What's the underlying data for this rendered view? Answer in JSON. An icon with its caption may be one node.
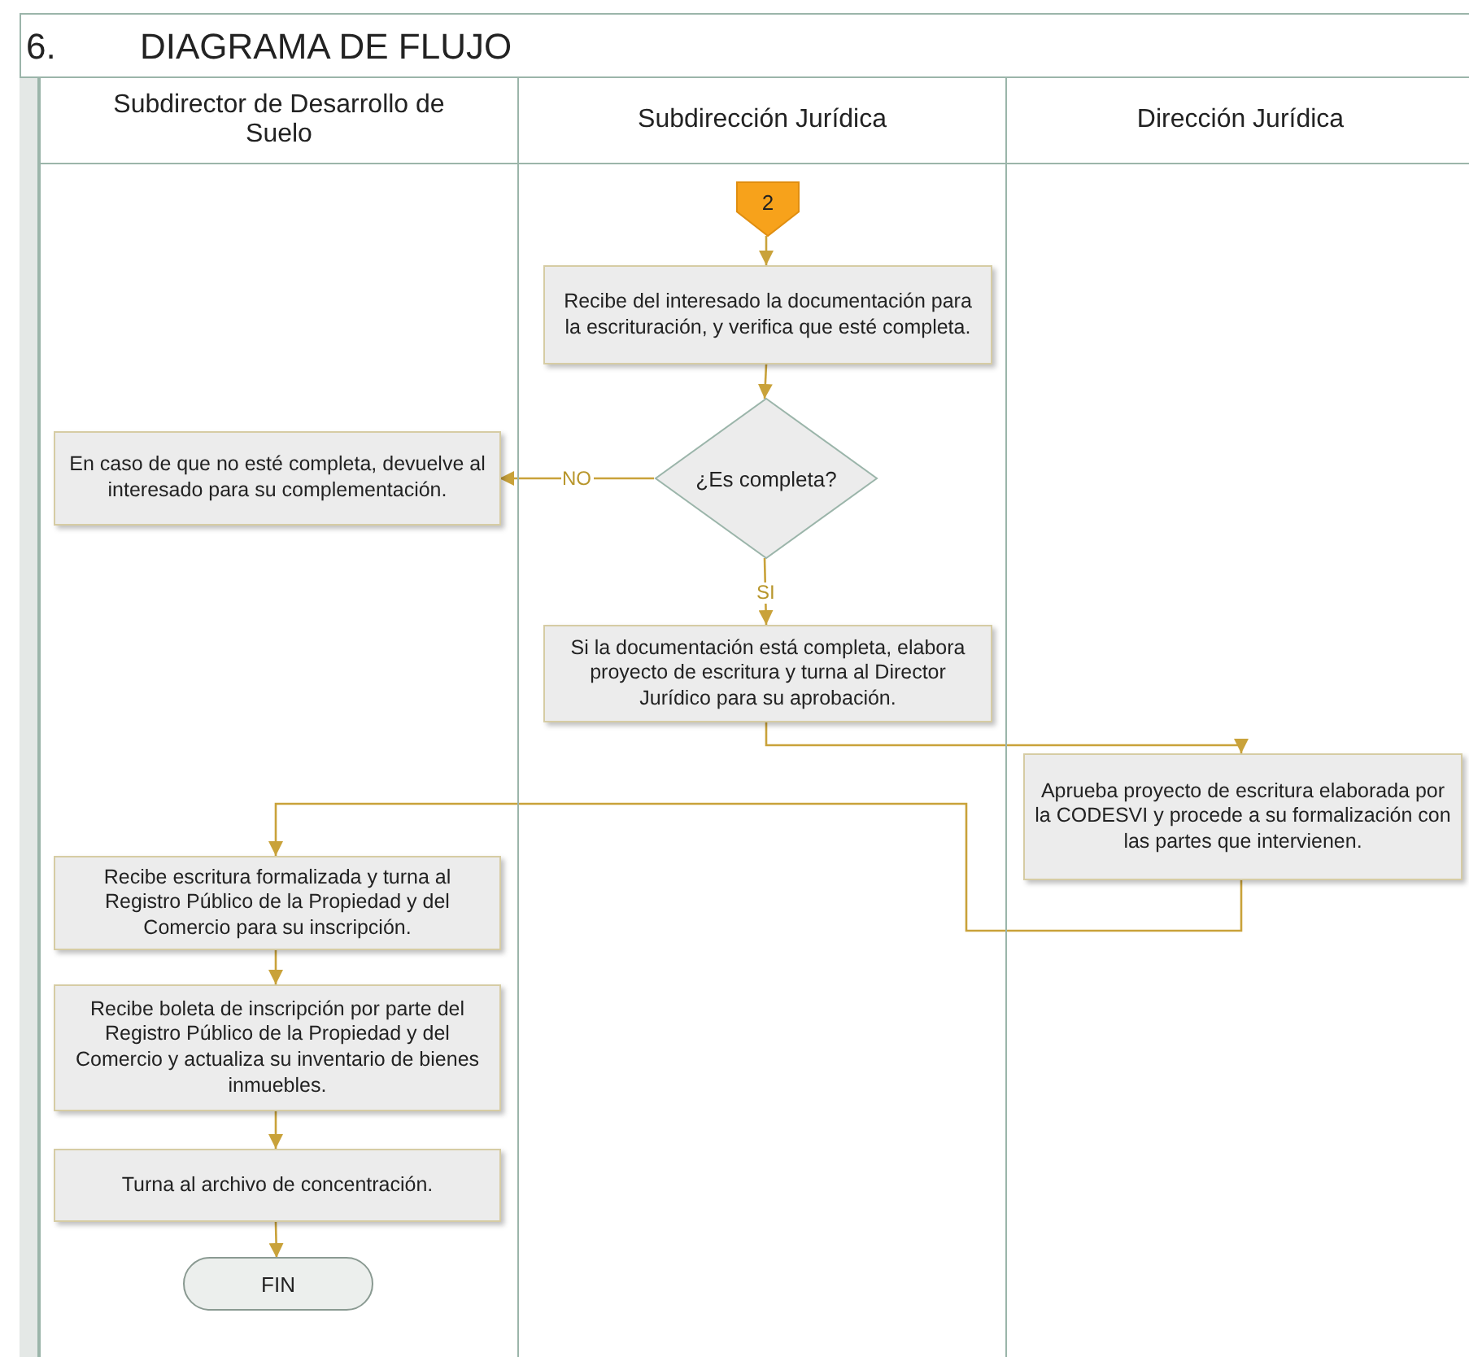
{
  "diagram": {
    "title": "DIAGRAMA DE FLUJO",
    "nodes": [
      {
        "text": [
          "Subdirector de Desarrollo de Suelo"
        ]
      },
      {
        "text": [
          "Subdirección Jurídica"
        ]
      },
      {
        "text": [
          "Dirección Jurídica"
        ]
      },
      {
        "text": [
          "2"
        ],
        "in": 1
      },
      {
        "text": [
          "Recibe del interesado la documentación para la escrituración, y verifica que esté completa."
        ],
        "in": 1
      },
      {
        "text": [
          "¿Es completa?"
        ],
        "in": 1
      },
      {
        "text": [
          "En caso de que no esté completa, devuelve al interesado para su complementación."
        ],
        "in": 0
      },
      {
        "text": [
          "Si la documentación está completa, elabora proyecto de escritura y turna al Director Jurídico para su aprobación."
        ],
        "in": 1
      },
      {
        "text": [
          "Aprueba proyecto de escritura elaborada por la CODESVI y procede a su formalización con las partes que intervienen."
        ],
        "in": 2
      },
      {
        "text": [
          "Recibe escritura formalizada y turna al Registro Público de la Propiedad y del Comercio para su inscripción."
        ],
        "in": 0
      },
      {
        "text": [
          "Recibe boleta de inscripción por parte del Registro Público de la Propiedad y del Comercio y actualiza su inventario de bienes inmuebles."
        ],
        "in": 0
      },
      {
        "text": [
          "Turna al archivo de concentración."
        ],
        "in": 0
      },
      {
        "text": [
          "FIN"
        ],
        "in": 0
      }
    ],
    "edges": [
      {
        "from": 3,
        "to": 4,
        "arrow": "to"
      },
      {
        "from": 4,
        "to": 5,
        "arrow": "to"
      },
      {
        "from": 5,
        "to": 6,
        "arrow": "to",
        "label": "NO"
      },
      {
        "from": 5,
        "to": 7,
        "arrow": "to",
        "label": "SI"
      },
      {
        "from": 7,
        "to": 8,
        "arrow": "to"
      },
      {
        "from": 8,
        "to": 9,
        "arrow": "to"
      },
      {
        "from": 9,
        "to": 10,
        "arrow": "to"
      },
      {
        "from": 10,
        "to": 11,
        "arrow": "to"
      },
      {
        "from": 11,
        "to": 12,
        "arrow": "to"
      }
    ],
    "labels": [
      "6."
    ]
  }
}
